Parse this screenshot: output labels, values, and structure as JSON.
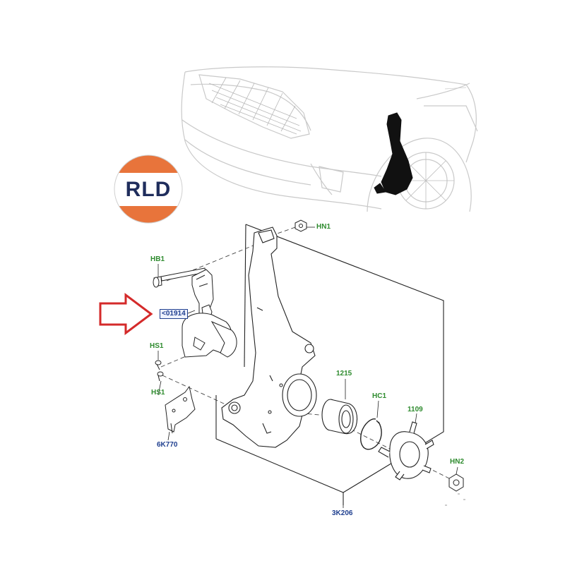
{
  "logo": {
    "text": "RLD",
    "colors": {
      "orange": "#e8743b",
      "navy": "#1f2d5c"
    }
  },
  "callout": {
    "label": "<01914",
    "arrow_color": "#d42a2a"
  },
  "parts": {
    "hn1": "HN1",
    "hb1": "HB1",
    "hs1_upper": "HS1",
    "hs1_lower": "HS1",
    "p6k770": "6K770",
    "p1215": "1215",
    "hc1": "HC1",
    "p1109": "1109",
    "hn2": "HN2",
    "p3k206": "3K206"
  }
}
